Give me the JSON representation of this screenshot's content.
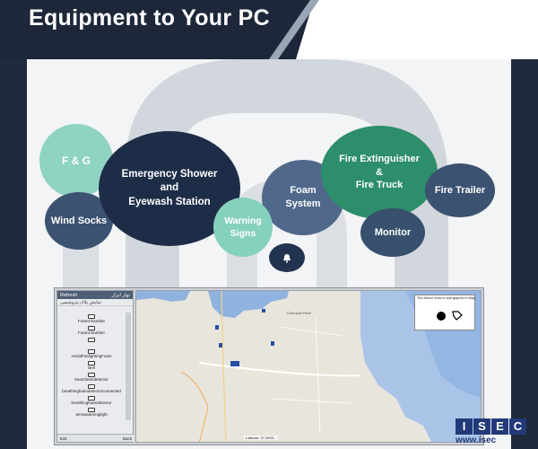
{
  "header": {
    "title": "Equipment to Your PC"
  },
  "bubbles": {
    "fg": "F & G",
    "emergency": [
      "Emergency Shower",
      "and",
      "Eyewash Station"
    ],
    "wind": "Wind Socks",
    "warning": [
      "Warning",
      "Signs"
    ],
    "bell_icon": "bell-icon",
    "foam": [
      "Foam",
      "System"
    ],
    "fire": [
      "Fire Extinguisher",
      "&",
      "Fire Truck"
    ],
    "monitor": "Monitor",
    "trailer": "Fire Trailer"
  },
  "screenshot": {
    "sidebar": {
      "header_left": "Refresh",
      "header_right": "نوار ابزار",
      "sub_left": "نمایش پلاک پتروشیمی",
      "items": [
        "FoamChamber",
        "FoamChamber",
        "",
        "AerialFirefightingFoam",
        "Bell",
        "beamfoamdetector",
        "breathingfoamdetectorconnected",
        "breathingfoamdetector",
        "arrowwarninglight"
      ],
      "footer_left": "Exit",
      "footer_right": "Back"
    },
    "map": {
      "poi_top": "Chemical Plant",
      "legend_text": "The Above tools to add graphic to Map",
      "scale_text": "Latitude: 27.5400..."
    }
  },
  "logo": {
    "letters": [
      "I",
      "S",
      "E",
      "C"
    ],
    "url": "www.isec"
  },
  "colors": {
    "header_bg": "#1d2739",
    "panel_bg": "#f3f4f6",
    "navy": "#1e2d47",
    "teal_light": "#8fd3c2",
    "green": "#2c8e6a",
    "slate": "#3c5271",
    "logo_blue": "#233a7a"
  }
}
